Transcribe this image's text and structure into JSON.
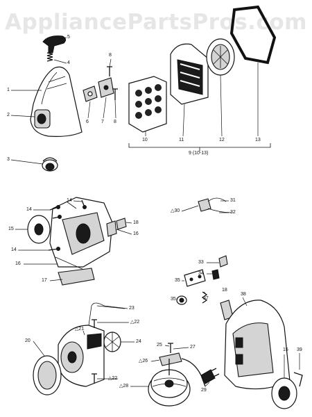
{
  "watermark": "AppliancePartsPros.com",
  "group_label": "9 (10-13)",
  "callouts": [
    {
      "id": "c1",
      "text": "1"
    },
    {
      "id": "c2",
      "text": "2"
    },
    {
      "id": "c3",
      "text": "3"
    },
    {
      "id": "c4",
      "text": "4"
    },
    {
      "id": "c5",
      "text": "5"
    },
    {
      "id": "c6",
      "text": "6"
    },
    {
      "id": "c7",
      "text": "7"
    },
    {
      "id": "c8a",
      "text": "8"
    },
    {
      "id": "c8b",
      "text": "8"
    },
    {
      "id": "c10",
      "text": "10"
    },
    {
      "id": "c11",
      "text": "11"
    },
    {
      "id": "c12",
      "text": "12"
    },
    {
      "id": "c13",
      "text": "13"
    },
    {
      "id": "c14a",
      "text": "14"
    },
    {
      "id": "c14b",
      "text": "14"
    },
    {
      "id": "c14c",
      "text": "14"
    },
    {
      "id": "c15a",
      "text": "15"
    },
    {
      "id": "c16a",
      "text": "16"
    },
    {
      "id": "c16b",
      "text": "16"
    },
    {
      "id": "c17",
      "text": "17"
    },
    {
      "id": "c18a",
      "text": "18"
    },
    {
      "id": "c30",
      "text": "△30"
    },
    {
      "id": "c31",
      "text": "31"
    },
    {
      "id": "c32",
      "text": "32"
    },
    {
      "id": "c33",
      "text": "33"
    },
    {
      "id": "c34",
      "text": "34"
    },
    {
      "id": "c35a",
      "text": "35"
    },
    {
      "id": "c35b",
      "text": "35"
    },
    {
      "id": "c37",
      "text": "37"
    },
    {
      "id": "c18b",
      "text": "18"
    },
    {
      "id": "c38",
      "text": "38"
    },
    {
      "id": "c23",
      "text": "23"
    },
    {
      "id": "c22a",
      "text": "△22"
    },
    {
      "id": "c21",
      "text": "△21"
    },
    {
      "id": "c24",
      "text": "24"
    },
    {
      "id": "c20",
      "text": "20"
    },
    {
      "id": "c25",
      "text": "25"
    },
    {
      "id": "c27",
      "text": "27"
    },
    {
      "id": "c26",
      "text": "△26"
    },
    {
      "id": "c22b",
      "text": "△22"
    },
    {
      "id": "c28",
      "text": "△28"
    },
    {
      "id": "c29",
      "text": "29"
    },
    {
      "id": "c15b",
      "text": "15"
    },
    {
      "id": "c39",
      "text": "39"
    }
  ]
}
